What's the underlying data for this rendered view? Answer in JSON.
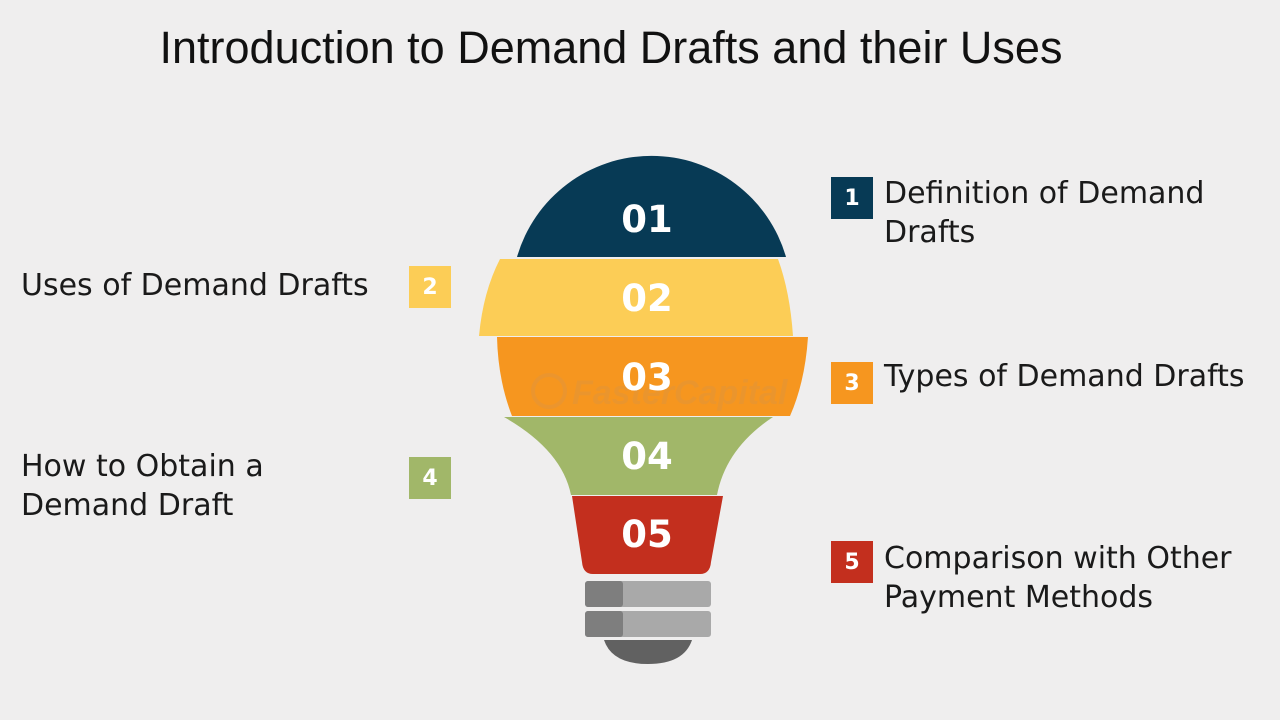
{
  "title": "Introduction to Demand Drafts and their Uses",
  "bulb": {
    "segments": [
      {
        "number": "01",
        "color": "#073a55"
      },
      {
        "number": "02",
        "color": "#fccd56"
      },
      {
        "number": "03",
        "color": "#f6961f"
      },
      {
        "number": "04",
        "color": "#a1b769"
      },
      {
        "number": "05",
        "color": "#c32f1e"
      }
    ],
    "base_colors": [
      "#7e7e7e",
      "#a9a9a9",
      "#616161"
    ]
  },
  "items": [
    {
      "badge": "1",
      "label": "Definition of Demand\nDrafts",
      "color": "#073a55"
    },
    {
      "badge": "2",
      "label": "Uses of Demand Drafts",
      "color": "#fccd56"
    },
    {
      "badge": "3",
      "label": "Types of Demand Drafts",
      "color": "#f6961f"
    },
    {
      "badge": "4",
      "label": "How to Obtain a\nDemand Draft",
      "color": "#a1b769"
    },
    {
      "badge": "5",
      "label": "Comparison with Other\nPayment Methods",
      "color": "#c32f1e"
    }
  ],
  "watermark": "FasterCapital"
}
